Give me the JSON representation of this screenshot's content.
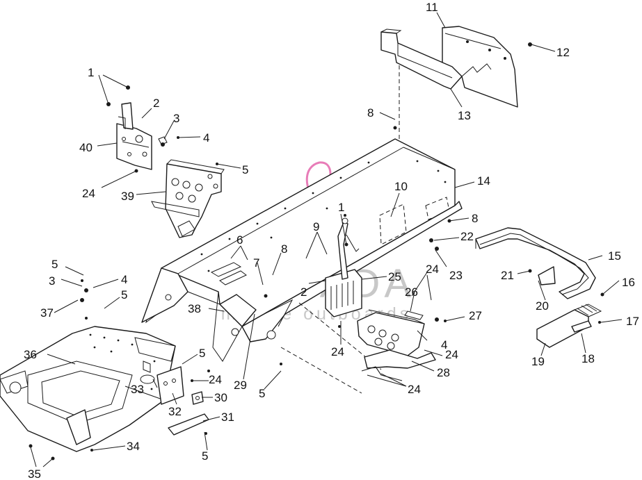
{
  "watermark": {
    "brand": "ARMADA",
    "tagline": "marine outboards",
    "logo_color": "#e87cb8"
  },
  "callouts": {
    "c1a": "1",
    "c2a": "2",
    "c3a": "3",
    "c4a": "4",
    "c5a": "5",
    "c40": "40",
    "c24a": "24",
    "c39": "39",
    "c11": "11",
    "c12": "12",
    "c13": "13",
    "c8a": "8",
    "c14": "14",
    "c10": "10",
    "c8b": "8",
    "c22": "22",
    "c23": "23",
    "c1b": "1",
    "c9": "9",
    "c6": "6",
    "c7": "7",
    "c8c": "8",
    "c2b": "2",
    "c25": "25",
    "c24b": "24",
    "c26": "26",
    "c27": "27",
    "c4b": "4",
    "c24c": "24",
    "c28": "28",
    "c24d": "24",
    "c15": "15",
    "c21": "21",
    "c20": "20",
    "c16": "16",
    "c17": "17",
    "c19": "19",
    "c18": "18",
    "c5b": "5",
    "c3b": "3",
    "c4c": "4",
    "c37": "37",
    "c5c": "5",
    "c38": "38",
    "c36": "36",
    "c5d": "5",
    "c24e": "24",
    "c33": "33",
    "c32": "32",
    "c30": "30",
    "c29": "29",
    "c5e": "5",
    "c31": "31",
    "c5f": "5",
    "c34": "34",
    "c35": "35"
  }
}
